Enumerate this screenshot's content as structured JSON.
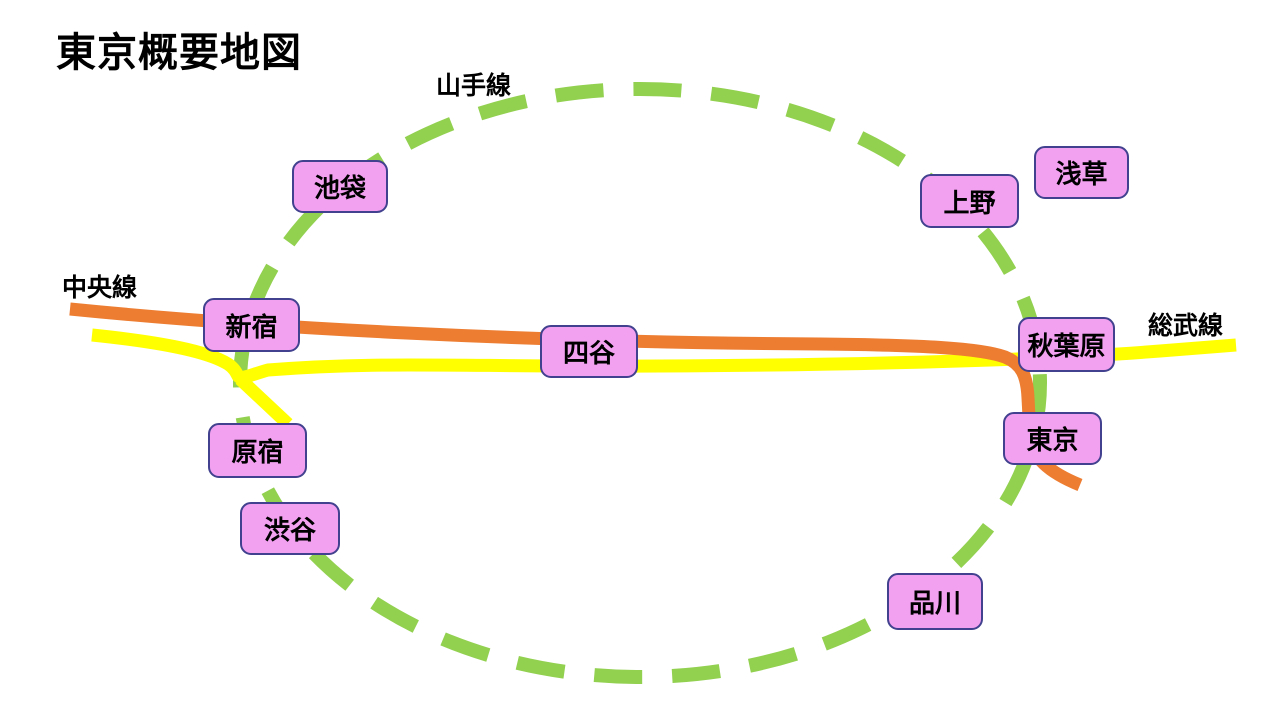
{
  "title": "東京概要地図",
  "lines": {
    "yamanote": {
      "label": "山手線",
      "color": "#92D050",
      "style": "dashed"
    },
    "chuo": {
      "label": "中央線",
      "color": "#ED7D31",
      "style": "solid"
    },
    "sobu": {
      "label": "総武線",
      "color": "#FFFF00",
      "style": "solid"
    }
  },
  "station_style": {
    "fill": "#F2A0F0",
    "border": "#41418F",
    "text_color": "#000000"
  },
  "stations": [
    {
      "name": "池袋"
    },
    {
      "name": "上野"
    },
    {
      "name": "浅草"
    },
    {
      "name": "新宿"
    },
    {
      "name": "四谷"
    },
    {
      "name": "秋葉原"
    },
    {
      "name": "東京"
    },
    {
      "name": "原宿"
    },
    {
      "name": "渋谷"
    },
    {
      "name": "品川"
    }
  ]
}
